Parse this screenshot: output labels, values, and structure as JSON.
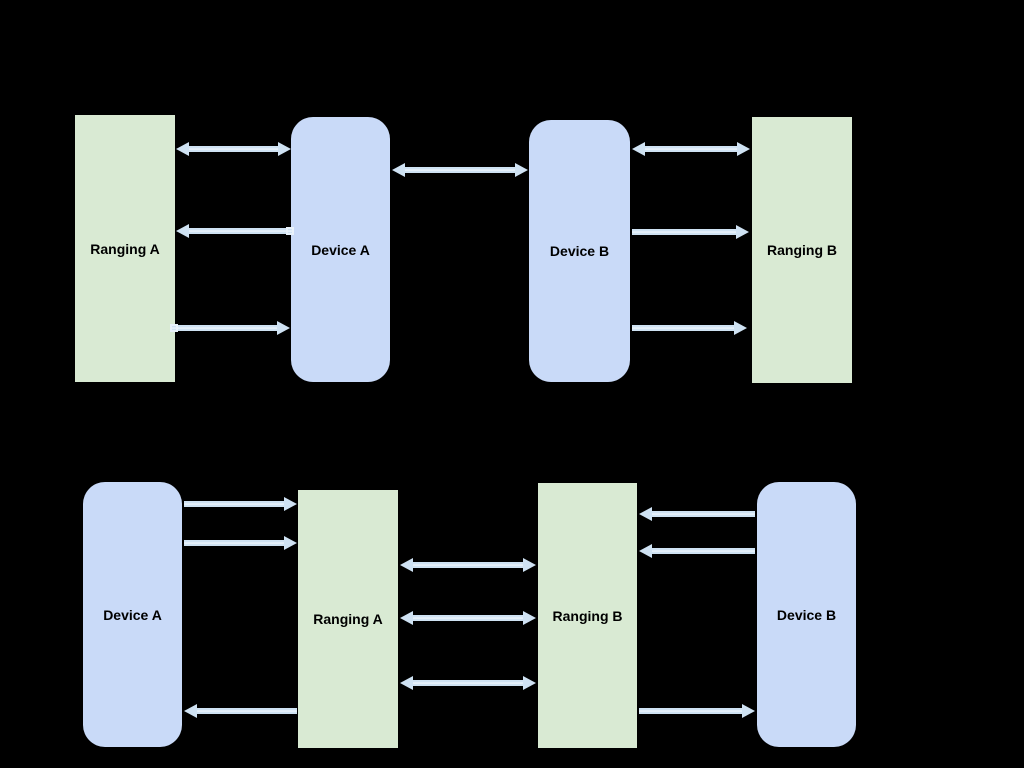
{
  "background_color": "#000000",
  "colors": {
    "background": "#000000",
    "ranging_fill": "#d9ead3",
    "device_fill": "#c9daf8",
    "arrow": "#cfe2f3",
    "arrow_core": "#e9f2fb",
    "label_text": "#000000"
  },
  "diagrams": [
    {
      "name": "top-diagram",
      "boxes": [
        {
          "label": "Ranging A",
          "type": "ranging",
          "shape": "rectangle"
        },
        {
          "label": "Device A",
          "type": "device",
          "shape": "rounded-rectangle"
        },
        {
          "label": "Device B",
          "type": "device",
          "shape": "rounded-rectangle"
        },
        {
          "label": "Ranging B",
          "type": "ranging",
          "shape": "rectangle"
        }
      ],
      "arrows": [
        {
          "from": "Ranging A",
          "to": "Device A",
          "direction": "bidirectional",
          "position": "top"
        },
        {
          "from": "Device A",
          "to": "Ranging A",
          "direction": "one-way",
          "position": "middle"
        },
        {
          "from": "Ranging A",
          "to": "Device A",
          "direction": "one-way",
          "position": "bottom"
        },
        {
          "from": "Device A",
          "to": "Device B",
          "direction": "bidirectional",
          "position": "upper"
        },
        {
          "from": "Device B",
          "to": "Ranging B",
          "direction": "bidirectional",
          "position": "top"
        },
        {
          "from": "Device B",
          "to": "Ranging B",
          "direction": "one-way",
          "position": "middle"
        },
        {
          "from": "Device B",
          "to": "Ranging B",
          "direction": "one-way",
          "position": "bottom"
        }
      ]
    },
    {
      "name": "bottom-diagram",
      "boxes": [
        {
          "label": "Device A",
          "type": "device",
          "shape": "rounded-rectangle"
        },
        {
          "label": "Ranging A",
          "type": "ranging",
          "shape": "rectangle"
        },
        {
          "label": "Ranging B",
          "type": "ranging",
          "shape": "rectangle"
        },
        {
          "label": "Device B",
          "type": "device",
          "shape": "rounded-rectangle"
        }
      ],
      "arrows": [
        {
          "from": "Device A",
          "to": "Ranging A",
          "direction": "one-way",
          "position": "top"
        },
        {
          "from": "Device A",
          "to": "Ranging A",
          "direction": "one-way",
          "position": "upper"
        },
        {
          "from": "Ranging A",
          "to": "Device A",
          "direction": "one-way",
          "position": "bottom"
        },
        {
          "from": "Ranging A",
          "to": "Ranging B",
          "direction": "bidirectional",
          "position": "upper"
        },
        {
          "from": "Ranging A",
          "to": "Ranging B",
          "direction": "bidirectional",
          "position": "middle"
        },
        {
          "from": "Ranging A",
          "to": "Ranging B",
          "direction": "bidirectional",
          "position": "lower"
        },
        {
          "from": "Device B",
          "to": "Ranging B",
          "direction": "one-way",
          "position": "top"
        },
        {
          "from": "Device B",
          "to": "Ranging B",
          "direction": "one-way",
          "position": "upper"
        },
        {
          "from": "Ranging B",
          "to": "Device B",
          "direction": "one-way",
          "position": "bottom"
        }
      ]
    }
  ]
}
